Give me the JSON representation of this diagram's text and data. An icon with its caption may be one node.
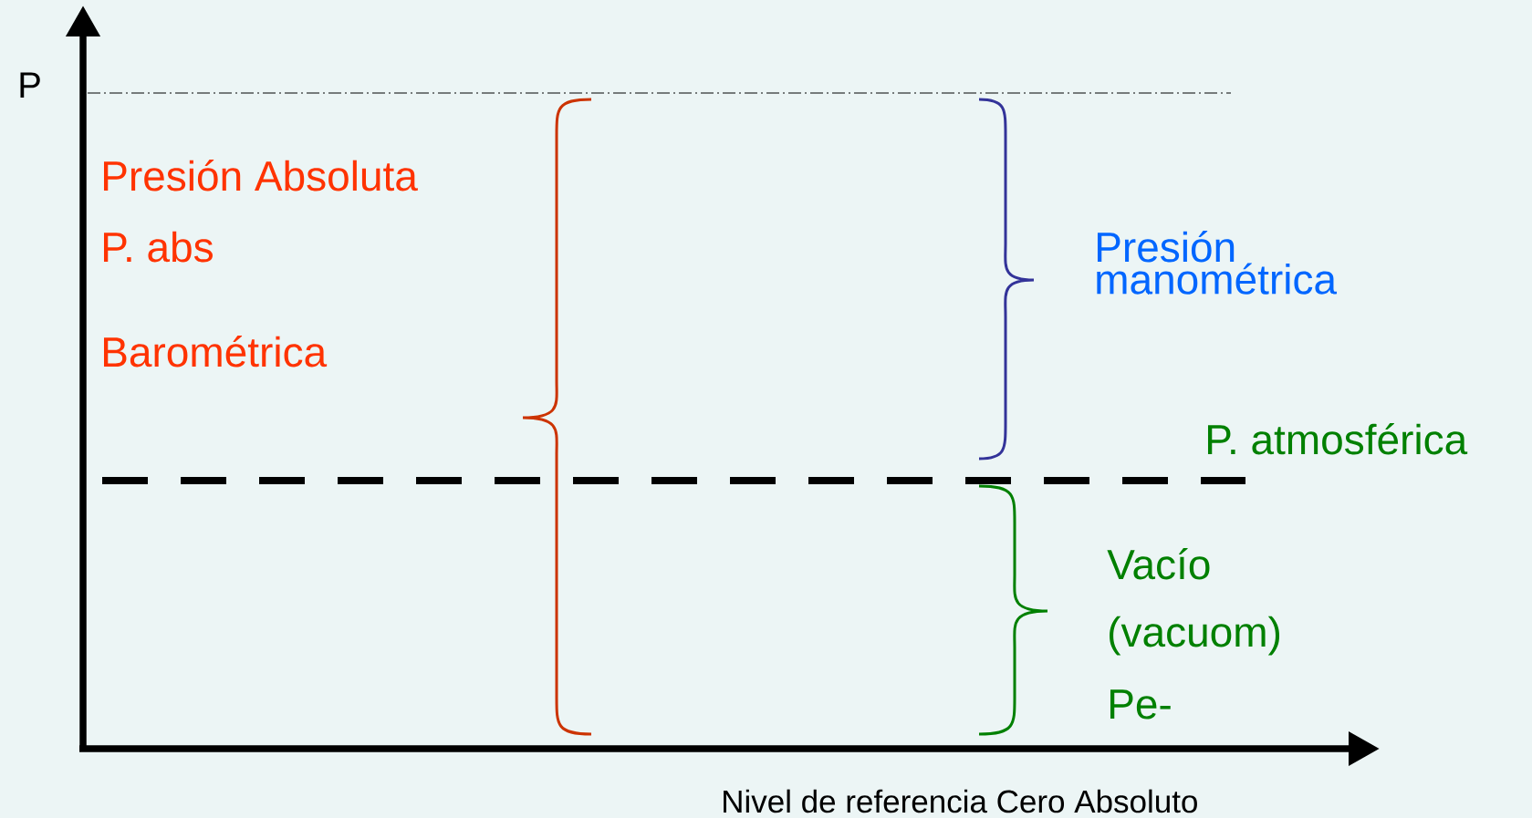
{
  "diagram": {
    "labels": [
      "P",
      "Presión Absoluta",
      "P. abs",
      "Barométrica",
      "Presión manométrica",
      "P. atmosférica",
      "Vacío",
      "(vacuom)",
      "Pe-",
      "Nivel de referencia Cero Absoluto"
    ]
  }
}
